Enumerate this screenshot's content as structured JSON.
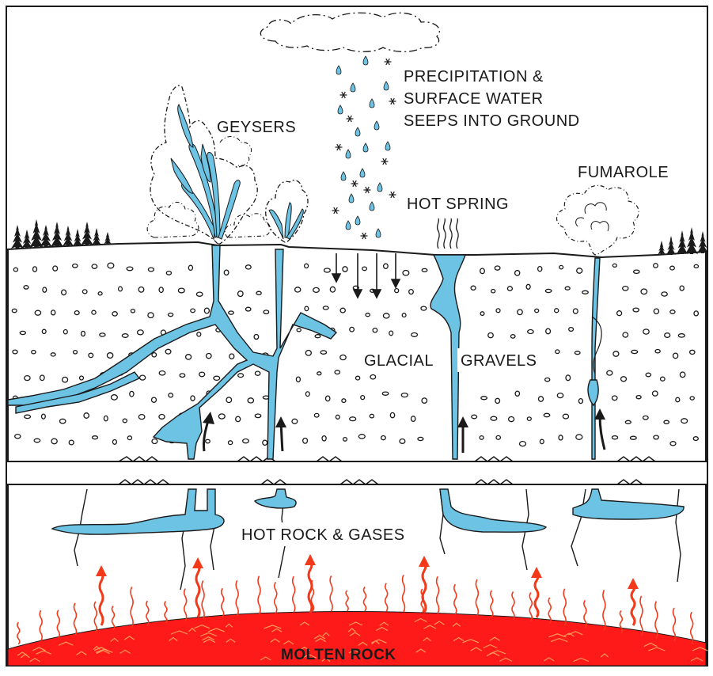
{
  "labels": {
    "precipitation_line1": "PRECIPITATION &",
    "precipitation_line2": "SURFACE WATER",
    "precipitation_line3": "SEEPS INTO GROUND",
    "geysers": "GEYSERS",
    "hot_spring": "HOT SPRING",
    "fumarole": "FUMAROLE",
    "glacial_gravels_1": "GLACIAL",
    "glacial_gravels_2": "GRAVELS",
    "hot_rock": "HOT ROCK & GASES",
    "molten_rock": "MOLTEN ROCK"
  },
  "colors": {
    "water": "#6cc3e3",
    "molten": "#ff1a1a",
    "molten_light": "#ff8a3a",
    "heat_arrow": "#f23a1a",
    "outline": "#1a1a1a",
    "background": "#ffffff"
  },
  "icons": [
    "cloud-icon",
    "raindrop-icon",
    "snowflake-icon",
    "pine-tree-icon",
    "steam-icon",
    "heat-arrow-icon",
    "flow-arrow-icon"
  ]
}
